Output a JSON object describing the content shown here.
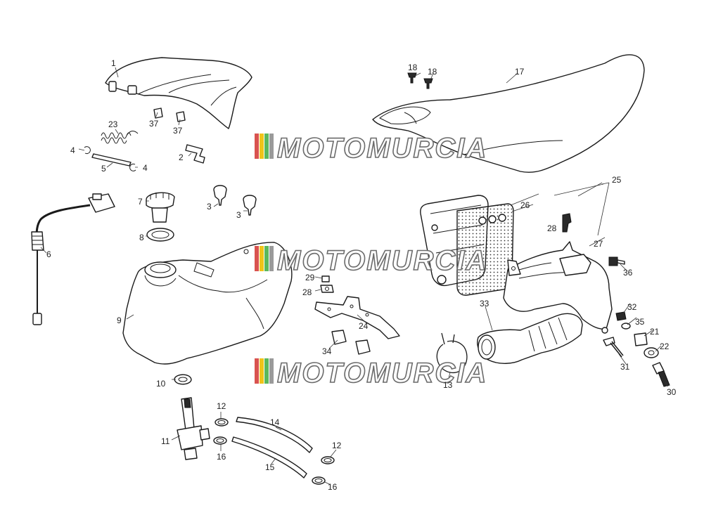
{
  "watermark": {
    "text": "MOTOMURCIA",
    "stripe_colors": [
      "#d9534f",
      "#f0c419",
      "#5cb85c",
      "#9a9a9a"
    ]
  },
  "callouts": [
    {
      "id": "c1",
      "text": "1"
    },
    {
      "id": "c2",
      "text": "2"
    },
    {
      "id": "c3a",
      "text": "3"
    },
    {
      "id": "c3b",
      "text": "3"
    },
    {
      "id": "c4a",
      "text": "4"
    },
    {
      "id": "c4b",
      "text": "4"
    },
    {
      "id": "c5",
      "text": "5"
    },
    {
      "id": "c6",
      "text": "6"
    },
    {
      "id": "c7",
      "text": "7"
    },
    {
      "id": "c8",
      "text": "8"
    },
    {
      "id": "c9",
      "text": "9"
    },
    {
      "id": "c10",
      "text": "10"
    },
    {
      "id": "c11",
      "text": "11"
    },
    {
      "id": "c12a",
      "text": "12"
    },
    {
      "id": "c12b",
      "text": "12"
    },
    {
      "id": "c13",
      "text": "13"
    },
    {
      "id": "c14",
      "text": "14"
    },
    {
      "id": "c15",
      "text": "15"
    },
    {
      "id": "c16a",
      "text": "16"
    },
    {
      "id": "c16b",
      "text": "16"
    },
    {
      "id": "c17",
      "text": "17"
    },
    {
      "id": "c18a",
      "text": "18"
    },
    {
      "id": "c18b",
      "text": "18"
    },
    {
      "id": "c21",
      "text": "21"
    },
    {
      "id": "c22",
      "text": "22"
    },
    {
      "id": "c23",
      "text": "23"
    },
    {
      "id": "c24",
      "text": "24"
    },
    {
      "id": "c25",
      "text": "25"
    },
    {
      "id": "c26",
      "text": "26"
    },
    {
      "id": "c27",
      "text": "27"
    },
    {
      "id": "c28a",
      "text": "28"
    },
    {
      "id": "c28b",
      "text": "28"
    },
    {
      "id": "c29",
      "text": "29"
    },
    {
      "id": "c30",
      "text": "30"
    },
    {
      "id": "c31",
      "text": "31"
    },
    {
      "id": "c32",
      "text": "32"
    },
    {
      "id": "c33",
      "text": "33"
    },
    {
      "id": "c34",
      "text": "34"
    },
    {
      "id": "c35",
      "text": "35"
    },
    {
      "id": "c36",
      "text": "36"
    },
    {
      "id": "c37a",
      "text": "37"
    },
    {
      "id": "c37b",
      "text": "37"
    }
  ]
}
